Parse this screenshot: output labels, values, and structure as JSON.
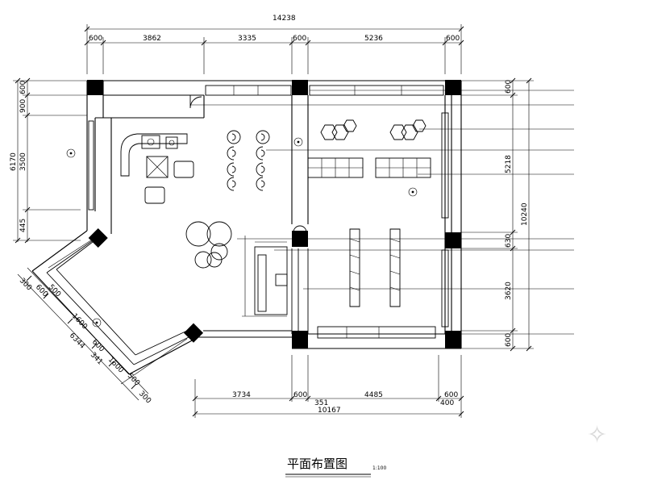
{
  "title": "平面布置图",
  "scale": "1:100",
  "dimensions": {
    "top_total": "14238",
    "top_segments": [
      "600",
      "3862",
      "3335",
      "600",
      "5236",
      "600"
    ],
    "right_total": "10240",
    "right_segments": [
      "600",
      "5218",
      "630",
      "3620",
      "600"
    ],
    "left_segments": [
      "600",
      "900",
      "3500",
      "445"
    ],
    "left_total": "6170",
    "bottom_total": "10167",
    "bottom_segments": [
      "3734",
      "600",
      "4485",
      "600"
    ],
    "bottom_sub": [
      "351",
      "400"
    ],
    "diagonal_segments": [
      "300",
      "600",
      "500",
      "1600",
      "600",
      "1600",
      "500",
      "300"
    ],
    "diagonal_total": "6344",
    "diagonal_mid": "341"
  },
  "callouts": {
    "labels": [
      "",
      "",
      "",
      "",
      "",
      "",
      "",
      ""
    ],
    "fragments": [
      "",
      "",
      "",
      "",
      "",
      "",
      "",
      ""
    ]
  },
  "watermark": "✧"
}
